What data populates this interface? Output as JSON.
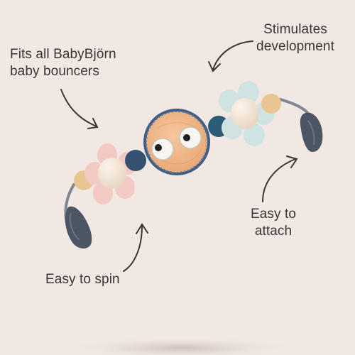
{
  "callouts": {
    "fits": {
      "line1": "Fits all BabyBjörn",
      "line2": "baby bouncers"
    },
    "stimulates": {
      "line1": "Stimulates",
      "line2": "development"
    },
    "attach": {
      "line1": "Easy to",
      "line2": "attach"
    },
    "spin": {
      "line1": "Easy to spin"
    }
  },
  "colors": {
    "background": "#f1e8e3",
    "text": "#3a3632",
    "pink_flower": "#f2c9c3",
    "mint_flower": "#cfe3e2",
    "blue_bead": "#355273",
    "teal_bead": "#2c5d76",
    "yellow_bead": "#e9c592",
    "wood_disc": "#f2b98a",
    "clip": "#4b5563"
  },
  "icons": [
    "curved-arrow-icon"
  ]
}
